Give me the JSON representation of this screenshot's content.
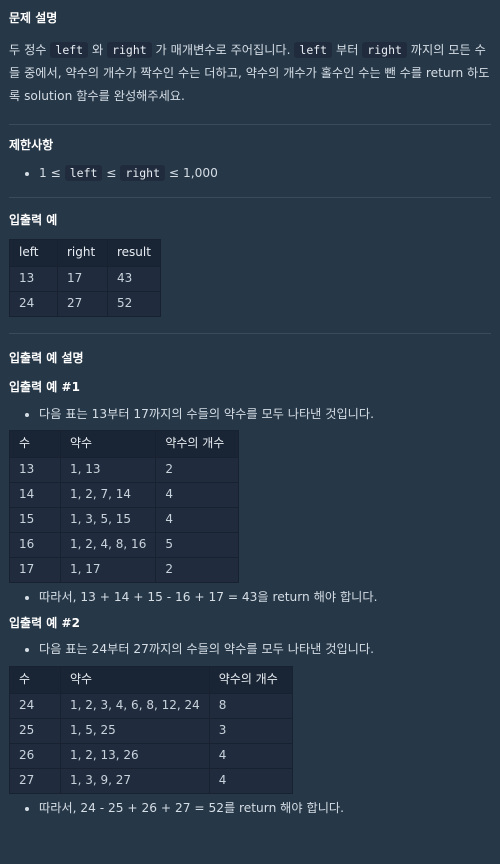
{
  "sections": {
    "description": {
      "title": "문제 설명",
      "text_parts": [
        "두 정수 ",
        "left",
        " 와 ",
        "right",
        " 가 매개변수로 주어집니다. ",
        "left",
        " 부터 ",
        "right",
        " 까지의 모든 수들 중에서, 약수의 개수가 짝수인 수는 더하고, 약수의 개수가 홀수인 수는 뺀 수를 return 하도록 solution 함수를 완성해주세요."
      ]
    },
    "constraints": {
      "title": "제한사항",
      "item_parts": [
        "1 ≤ ",
        "left",
        " ≤ ",
        "right",
        " ≤ 1,000"
      ]
    },
    "io_example": {
      "title": "입출력 예",
      "headers": [
        "left",
        "right",
        "result"
      ],
      "rows": [
        [
          "13",
          "17",
          "43"
        ],
        [
          "24",
          "27",
          "52"
        ]
      ]
    },
    "io_explanation": {
      "title": "입출력 예 설명",
      "example1": {
        "title": "입출력 예 #1",
        "bullet": "다음 표는 13부터 17까지의 수들의 약수를 모두 나타낸 것입니다.",
        "headers": [
          "수",
          "약수",
          "약수의 개수"
        ],
        "rows": [
          [
            "13",
            "1, 13",
            "2"
          ],
          [
            "14",
            "1, 2, 7, 14",
            "4"
          ],
          [
            "15",
            "1, 3, 5, 15",
            "4"
          ],
          [
            "16",
            "1, 2, 4, 8, 16",
            "5"
          ],
          [
            "17",
            "1, 17",
            "2"
          ]
        ],
        "conclusion": "따라서, 13 + 14 + 15 - 16 + 17 = 43을 return 해야 합니다."
      },
      "example2": {
        "title": "입출력 예 #2",
        "bullet": "다음 표는 24부터 27까지의 수들의 약수를 모두 나타낸 것입니다.",
        "headers": [
          "수",
          "약수",
          "약수의 개수"
        ],
        "rows": [
          [
            "24",
            "1, 2, 3, 4, 6, 8, 12, 24",
            "8"
          ],
          [
            "25",
            "1, 5, 25",
            "3"
          ],
          [
            "26",
            "1, 2, 13, 26",
            "4"
          ],
          [
            "27",
            "1, 3, 9, 27",
            "4"
          ]
        ],
        "conclusion": "따라서, 24 - 25 + 26 + 27 = 52를 return 해야 합니다."
      }
    }
  }
}
